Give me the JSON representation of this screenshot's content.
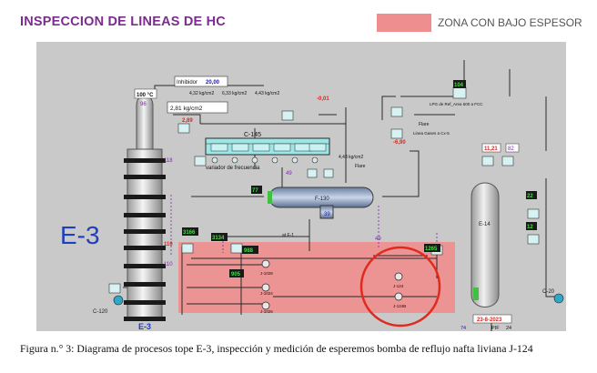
{
  "header": {
    "title": "INSPECCION DE LINEAS DE HC",
    "legend_label": "ZONA CON BAJO ESPESOR",
    "legend_color": "#ef8e8e"
  },
  "diagram": {
    "inhibidor_label": "Inhibidor",
    "inhibidor_value": "20,00",
    "temp_top": "100 °C",
    "val_96": "96",
    "pressure_main": "2,81 kg/cm2",
    "val_289": "2,89",
    "p1": "4,32 kg/cm2",
    "p2": "6,33 kg/cm2",
    "p3": "4,43 kg/cm2",
    "val_001": "-0,01",
    "exchanger": "C-145",
    "vfd_label": "variador de frecuencia",
    "val_118": "118",
    "val_49a": "49",
    "p4": "4,43 kg/cm2",
    "flare1": "Flare",
    "flare2": "Flare",
    "val_690": "-6,90",
    "val_104": "104",
    "lpg_label": "LPG de Ref_Area 500 a FCC",
    "gas_label": "Linea Gases a Cx-5",
    "val_77": "77",
    "drum_label": "F-130",
    "val_39": "39",
    "tower_label": "E-3",
    "tower_bottom": "E-3",
    "val_3166": "3166",
    "val_3134": "3134",
    "val_110a": "110",
    "val_110b": "110",
    "val_988": "988",
    "val_905": "905",
    "val_49b": "49",
    "val_1265": "1265",
    "pump_1": "J-1028",
    "pump_2": "J-1024",
    "pump_3": "J-1026",
    "pump_4": "J-124",
    "pump_5": "J-124B",
    "flow_label": "at F-1",
    "e14": "E-14",
    "val_1121": "11,21",
    "val_82": "82",
    "val_22": "22",
    "val_12": "12",
    "c20": "C-20",
    "c120": "C-120",
    "date": "23-8-2023",
    "pif_label": "PIF",
    "pif_value": "24",
    "val_74": "74"
  },
  "caption": "Figura n.° 3: Diagrama de procesos tope E-3, inspección y medición de esperemos bomba de reflujo nafta liviana J-124",
  "colors": {
    "pid_background": "#c9c9c9",
    "low_thickness_zone": "#ef8e8e",
    "highlight_circle": "#e02a1e",
    "value_box": "#1a1a1a",
    "value_text": "#41e141",
    "warning_value": "#e0251c"
  }
}
